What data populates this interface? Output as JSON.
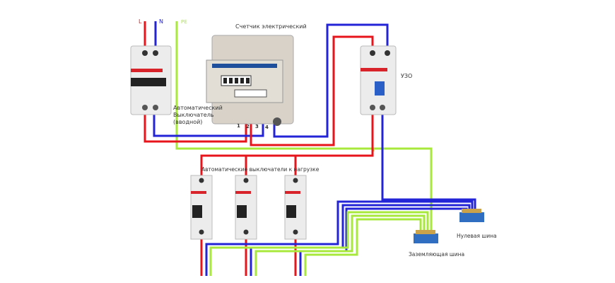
{
  "labels": {
    "L": "L",
    "N": "N",
    "PE": "PE",
    "meter": "Счетчик электрический",
    "main_breaker": [
      "Автоматический",
      "Выключатель",
      "(вводной)"
    ],
    "rcd": "УЗО",
    "load_breakers": "Автоматические выключатели к нагрузке",
    "ground_bus": "Заземляющая шина",
    "neutral_bus": "Нулевая шина",
    "terminals": [
      "1",
      "2",
      "3",
      "4"
    ]
  },
  "colors": {
    "phase": "#e8141c",
    "neutral": "#2323d8",
    "ground": "#a8e83c"
  }
}
